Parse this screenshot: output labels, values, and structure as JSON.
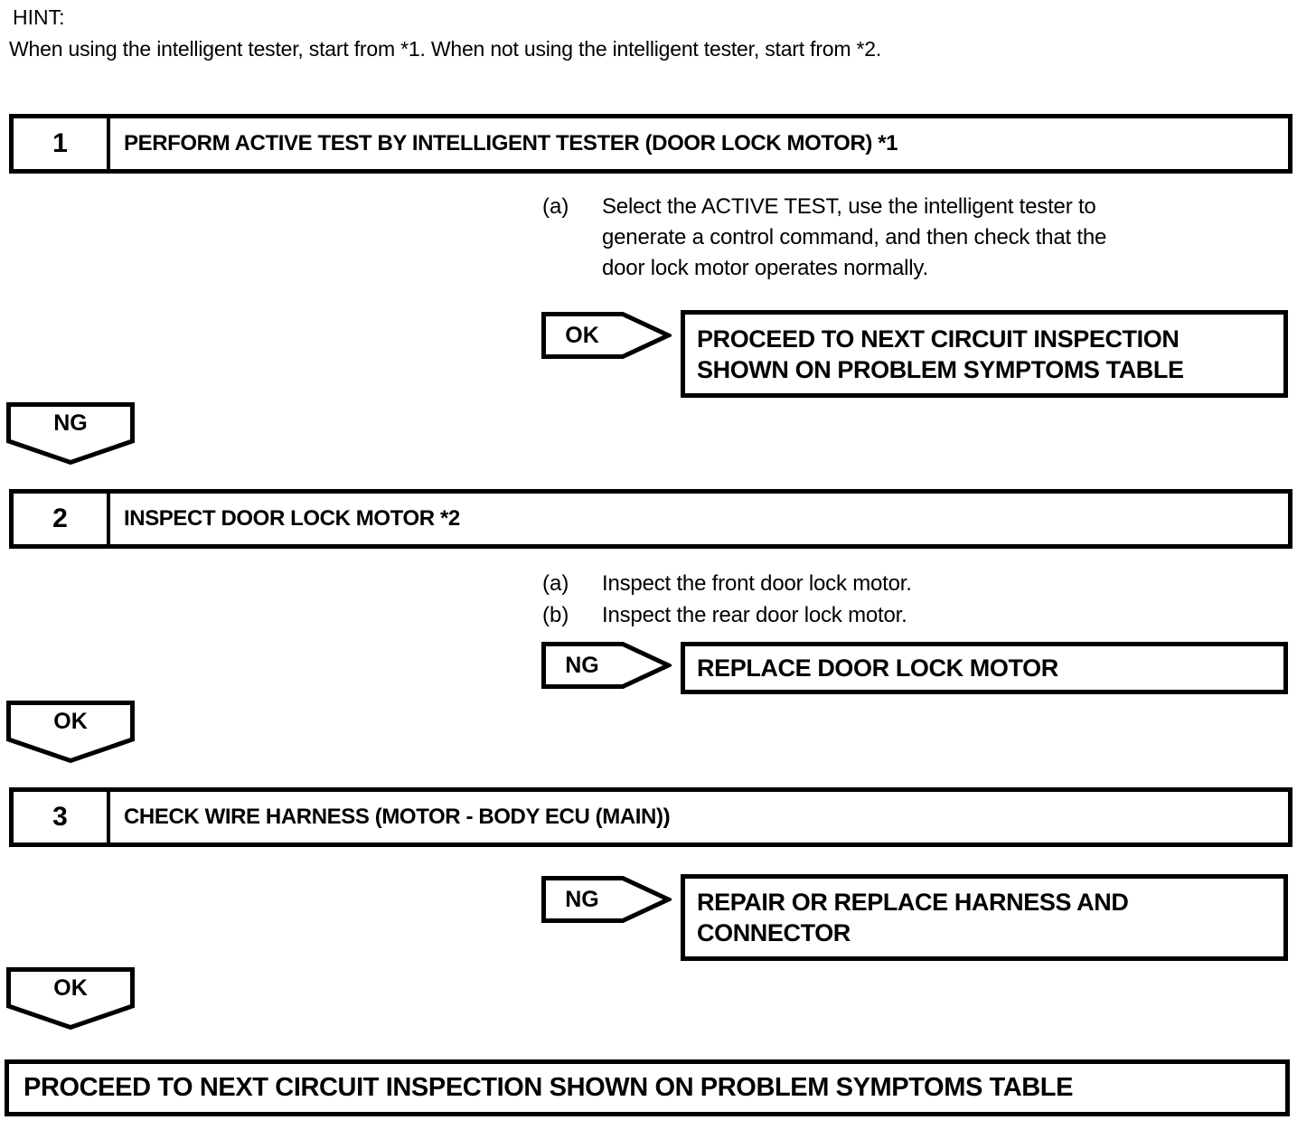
{
  "hint": {
    "label": "HINT:",
    "text": "When using the intelligent tester, start from *1. When not using the intelligent tester, start from *2."
  },
  "steps": [
    {
      "number": "1",
      "title": "PERFORM ACTIVE TEST BY INTELLIGENT TESTER (DOOR LOCK MOTOR) *1",
      "substeps": [
        {
          "marker": "(a)",
          "text": "Select the ACTIVE TEST, use the intelligent tester to\ngenerate a control command, and then check that the\ndoor lock motor operates normally."
        }
      ],
      "branch_label": "OK",
      "branch_result": "PROCEED TO NEXT CIRCUIT INSPECTION\nSHOWN ON PROBLEM SYMPTOMS TABLE",
      "next_label": "NG"
    },
    {
      "number": "2",
      "title": "INSPECT DOOR LOCK MOTOR *2",
      "substeps": [
        {
          "marker": "(a)",
          "text": "Inspect the front door lock motor."
        },
        {
          "marker": "(b)",
          "text": "Inspect the rear door lock motor."
        }
      ],
      "branch_label": "NG",
      "branch_result": "REPLACE DOOR LOCK MOTOR",
      "next_label": "OK"
    },
    {
      "number": "3",
      "title": "CHECK WIRE HARNESS (MOTOR - BODY ECU (MAIN))",
      "substeps": [],
      "branch_label": "NG",
      "branch_result": "REPAIR OR REPLACE HARNESS AND\nCONNECTOR",
      "next_label": "OK"
    }
  ],
  "final": {
    "text": "PROCEED TO NEXT CIRCUIT INSPECTION SHOWN ON PROBLEM SYMPTOMS TABLE"
  }
}
